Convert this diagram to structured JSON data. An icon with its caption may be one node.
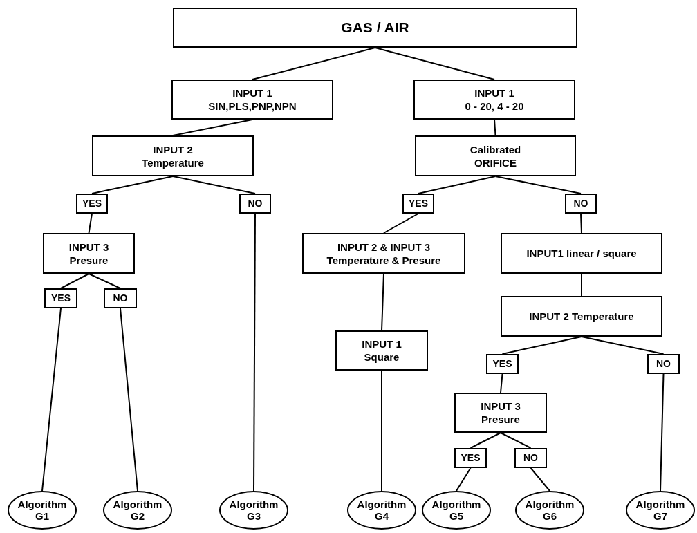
{
  "diagram": {
    "nodes": [
      {
        "text": [
          "GAS / AIR"
        ]
      },
      {
        "text": [
          "INPUT 1",
          "SIN,PLS,PNP,NPN"
        ]
      },
      {
        "text": [
          "INPUT 1",
          "0 - 20, 4 - 20"
        ]
      },
      {
        "text": [
          "INPUT 2",
          "Temperature"
        ]
      },
      {
        "text": [
          "Calibrated",
          "ORIFICE"
        ]
      },
      {
        "text": [
          "YES"
        ]
      },
      {
        "text": [
          "NO"
        ]
      },
      {
        "text": [
          "YES"
        ]
      },
      {
        "text": [
          "NO"
        ]
      },
      {
        "text": [
          "INPUT 3",
          "Presure"
        ]
      },
      {
        "text": [
          "INPUT 2 & INPUT 3",
          "Temperature & Presure"
        ]
      },
      {
        "text": [
          "INPUT1 linear / square"
        ]
      },
      {
        "text": [
          "YES"
        ]
      },
      {
        "text": [
          "NO"
        ]
      },
      {
        "text": [
          "INPUT 1",
          "Square"
        ]
      },
      {
        "text": [
          "INPUT 2 Temperature"
        ]
      },
      {
        "text": [
          "YES"
        ]
      },
      {
        "text": [
          "NO"
        ]
      },
      {
        "text": [
          "INPUT 3",
          "Presure"
        ]
      },
      {
        "text": [
          "YES"
        ]
      },
      {
        "text": [
          "NO"
        ]
      },
      {
        "text": [
          "Algorithm",
          "G1"
        ]
      },
      {
        "text": [
          "Algorithm",
          "G2"
        ]
      },
      {
        "text": [
          "Algorithm",
          "G3"
        ]
      },
      {
        "text": [
          "Algorithm",
          "G4"
        ]
      },
      {
        "text": [
          "Algorithm",
          "G5"
        ]
      },
      {
        "text": [
          "Algorithm",
          "G6"
        ]
      },
      {
        "text": [
          "Algorithm",
          "G7"
        ]
      }
    ],
    "edges": [
      {
        "from": 0,
        "to": 1,
        "arrow": "none"
      },
      {
        "from": 0,
        "to": 2,
        "arrow": "none"
      },
      {
        "from": 1,
        "to": 3,
        "arrow": "none"
      },
      {
        "from": 2,
        "to": 4,
        "arrow": "none"
      },
      {
        "from": 3,
        "to": 5,
        "arrow": "none"
      },
      {
        "from": 3,
        "to": 6,
        "arrow": "none"
      },
      {
        "from": 4,
        "to": 7,
        "arrow": "none"
      },
      {
        "from": 4,
        "to": 8,
        "arrow": "none"
      },
      {
        "from": 5,
        "to": 9,
        "arrow": "none"
      },
      {
        "from": 6,
        "to": 23,
        "arrow": "none"
      },
      {
        "from": 7,
        "to": 10,
        "arrow": "none"
      },
      {
        "from": 8,
        "to": 11,
        "arrow": "none"
      },
      {
        "from": 9,
        "to": 12,
        "arrow": "none"
      },
      {
        "from": 9,
        "to": 13,
        "arrow": "none"
      },
      {
        "from": 10,
        "to": 14,
        "arrow": "none"
      },
      {
        "from": 11,
        "to": 15,
        "arrow": "none"
      },
      {
        "from": 12,
        "to": 21,
        "arrow": "none"
      },
      {
        "from": 13,
        "to": 22,
        "arrow": "none"
      },
      {
        "from": 14,
        "to": 24,
        "arrow": "none"
      },
      {
        "from": 15,
        "to": 16,
        "arrow": "none"
      },
      {
        "from": 15,
        "to": 17,
        "arrow": "none"
      },
      {
        "from": 16,
        "to": 18,
        "arrow": "none"
      },
      {
        "from": 17,
        "to": 27,
        "arrow": "none"
      },
      {
        "from": 18,
        "to": 19,
        "arrow": "none"
      },
      {
        "from": 18,
        "to": 20,
        "arrow": "none"
      },
      {
        "from": 19,
        "to": 25,
        "arrow": "none"
      },
      {
        "from": 20,
        "to": 26,
        "arrow": "none"
      }
    ]
  }
}
